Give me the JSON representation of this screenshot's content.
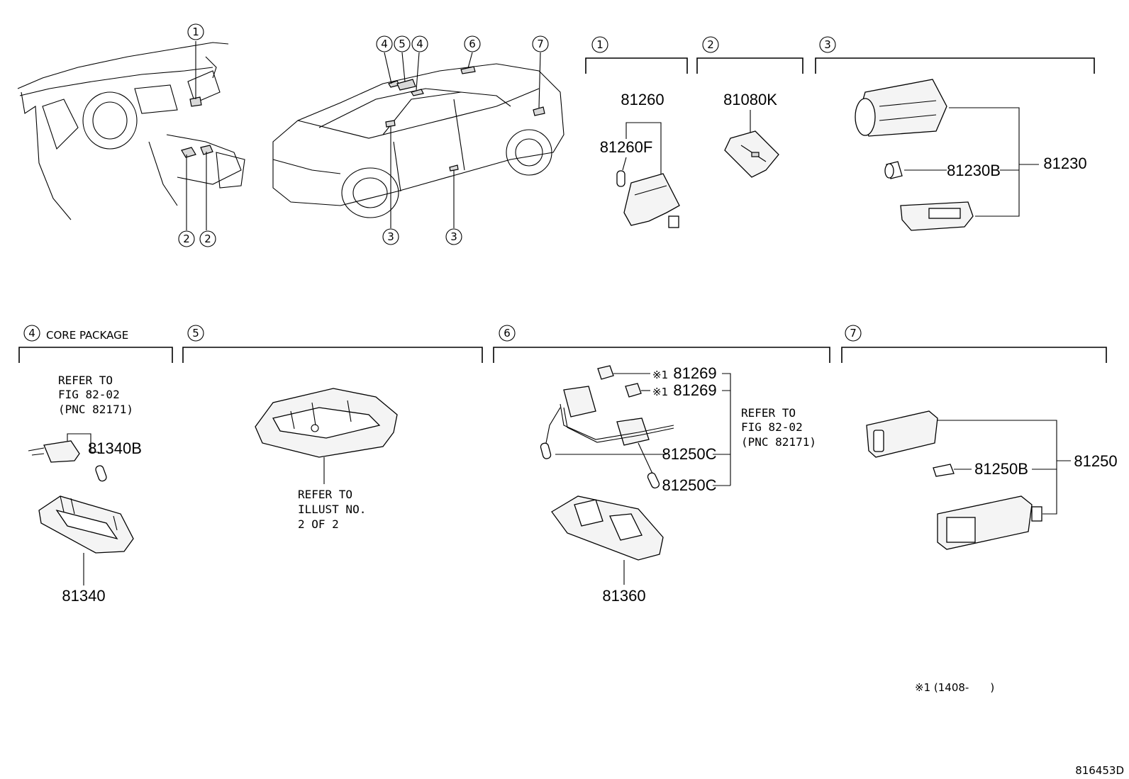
{
  "callouts": {
    "c1": "1",
    "c2": "2",
    "c3": "3",
    "c4": "4",
    "c5": "5",
    "c6": "6",
    "c7": "7"
  },
  "sections": {
    "s4_title": "CORE PACKAGE"
  },
  "parts": {
    "p81260": "81260",
    "p81260F": "81260F",
    "p81080K": "81080K",
    "p81230": "81230",
    "p81230B": "81230B",
    "p81340B": "81340B",
    "p81340": "81340",
    "p81269a": "81269",
    "p81269b": "81269",
    "p81250Ca": "81250C",
    "p81250Cb": "81250C",
    "p81360": "81360",
    "p81250B": "81250B",
    "p81250": "81250"
  },
  "notes": {
    "refer4_l1": "REFER TO",
    "refer4_l2": "FIG 82-02",
    "refer4_l3": "(PNC 82171)",
    "refer5_l1": "REFER TO",
    "refer5_l2": "ILLUST NO.",
    "refer5_l3": "2 OF 2",
    "refer6_l1": "REFER TO",
    "refer6_l2": "FIG 82-02",
    "refer6_l3": "(PNC 82171)",
    "mark_a": "※1",
    "mark_b": "※1",
    "footnote": "※1 (1408-　　)"
  },
  "figure_id": "816453D"
}
